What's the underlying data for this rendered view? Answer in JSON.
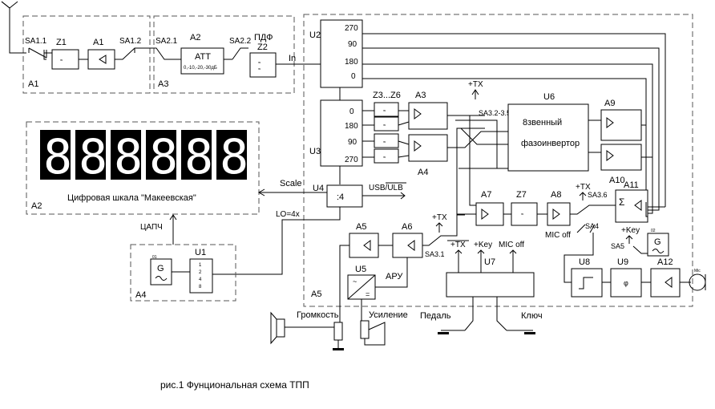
{
  "caption": "рис.1 Фунциональная схема ТПП",
  "blocks": {
    "a1_group": {
      "label": "A1",
      "sa11": "SA1.1",
      "sa12": "SA1.2",
      "z1": "Z1",
      "a1": "A1"
    },
    "a3_group": {
      "label": "A3",
      "sa21": "SA2.1",
      "sa22": "SA2.2",
      "a2": "A2",
      "att": "ATT",
      "att_values": "0,-10,-20,-30дБ",
      "pdf": "ПДФ",
      "z2": "Z2",
      "in": "In"
    },
    "u2": {
      "label": "U2",
      "outputs": [
        "270",
        "90",
        "180",
        "0"
      ]
    },
    "u3": {
      "label": "U3",
      "outputs": [
        "0",
        "180",
        "90",
        "270"
      ]
    },
    "filters": {
      "label": "Z3...Z6"
    },
    "tx_top": "+TX",
    "sa32": "SA3.2-3.5",
    "a3": "A3",
    "a4": "A4",
    "u6": {
      "label": "U6",
      "line1": "8звенный",
      "line2": "фазоинвертор"
    },
    "a9": "A9",
    "a10": "A10",
    "a2_group": {
      "label": "A2",
      "caption": "Цифровая шкала \"Макеевская\"",
      "digits": [
        "8.",
        "8.",
        "8.",
        "8.",
        "8.",
        "8."
      ]
    },
    "scale": "Scale",
    "u4": {
      "label": "U4",
      "div": ":4",
      "usb": "USB/ULB"
    },
    "lo": "LO=4x",
    "capch": "ЦАПЧ",
    "a4_group": {
      "label": "A4",
      "g": "G",
      "u1": "U1",
      "u1_values": [
        "1",
        "2",
        "4",
        "8"
      ],
      "g_mark": "01"
    },
    "a7": "A7",
    "z7": "Z7",
    "a8": "A8",
    "tx_a8": "+TX",
    "sa36": "SA3.6",
    "a11": "A11",
    "mic_off_top": "MIC off",
    "sa4": "SA4",
    "key_sa5": "+Key",
    "sa5": "SA5",
    "g02": {
      "label": "G",
      "mark": "02"
    },
    "a5": "A5",
    "a6": "A6",
    "tx_a6": "+TX",
    "sa31": "SA3.1",
    "u5": "U5",
    "aru": "АРУ",
    "a5_group": "A5",
    "u7": {
      "label": "U7",
      "tx": "+TX",
      "key": "+Key",
      "mic": "MIC off"
    },
    "u8": "U8",
    "u9": "U9",
    "a12": "A12",
    "mic": "Mic",
    "loudness": "Громкость",
    "gain": "Усиление",
    "pedal": "Педаль",
    "key": "Ключ"
  }
}
